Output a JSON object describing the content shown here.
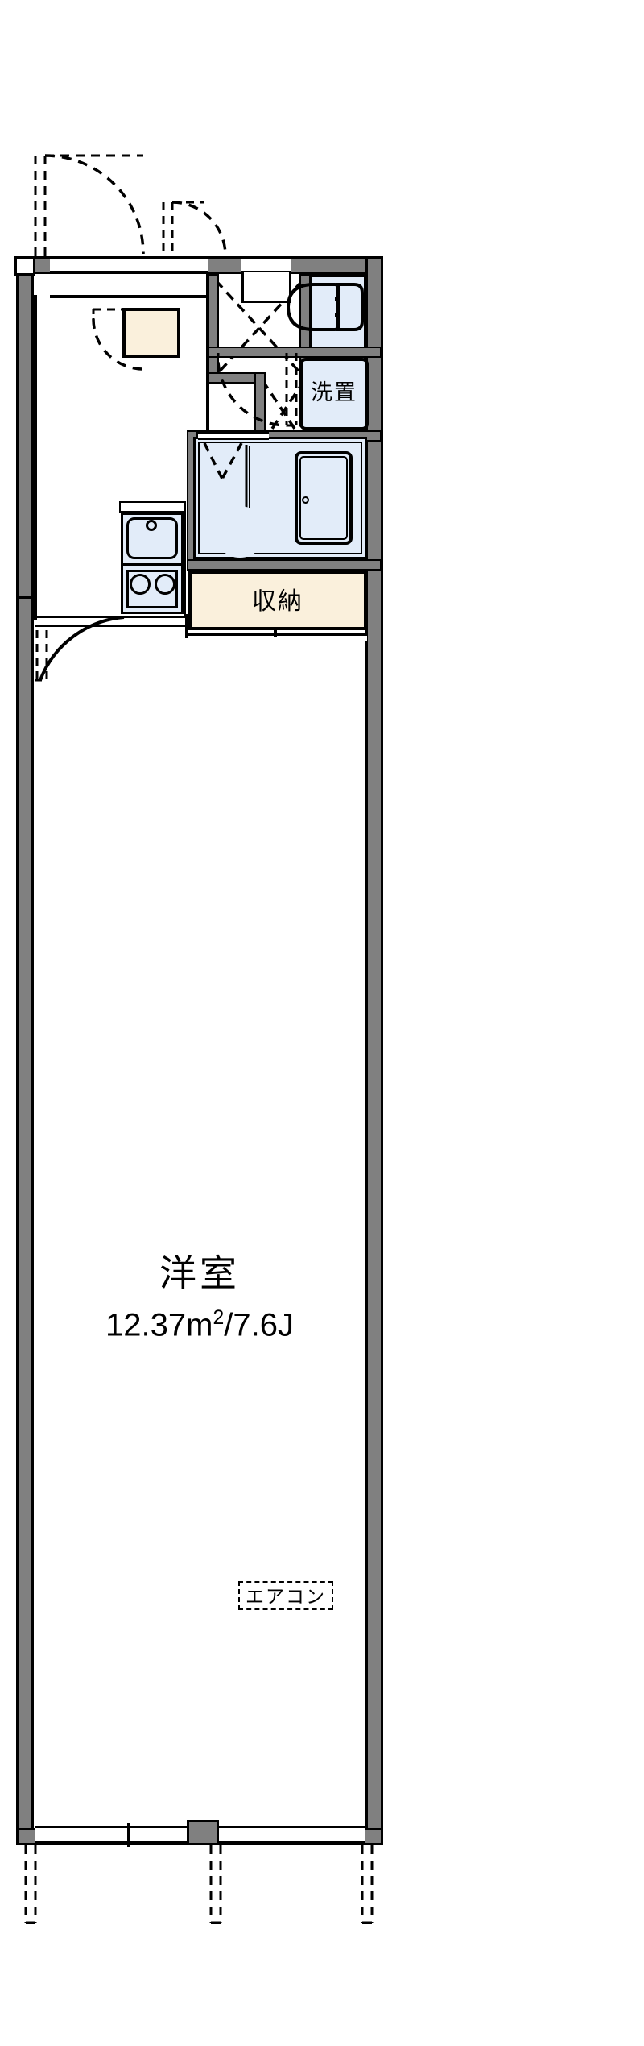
{
  "document": {
    "type": "floor-plan",
    "layout_code": "1K",
    "orientation": "portrait"
  },
  "rooms": [
    {
      "id": "main-room",
      "name": "洋室",
      "area_text": "12.37㎡/7.6J",
      "area_sqm": 12.37,
      "area_jo": 7.6,
      "fill": "#ffffff"
    },
    {
      "id": "storage",
      "name": "収納",
      "fill": "#faf0dc"
    },
    {
      "id": "laundry",
      "name": "洗置",
      "fill": "#e2ecf9"
    }
  ],
  "labels": {
    "main_room_name": "洋室",
    "main_room_area": "12.37m",
    "main_room_area_sup": "2",
    "main_room_area_tail": "/7.6J",
    "storage": "収納",
    "laundry": "洗置",
    "air_conditioner": "エアコン"
  },
  "fixtures": [
    {
      "name": "toilet",
      "label": ""
    },
    {
      "name": "bathtub",
      "label": ""
    },
    {
      "name": "washbasin",
      "label": ""
    },
    {
      "name": "kitchen-sink",
      "label": ""
    },
    {
      "name": "gas-stove-2-burner",
      "label": ""
    },
    {
      "name": "shoe-closet",
      "label": ""
    },
    {
      "name": "entrance-step",
      "label": ""
    }
  ],
  "openings": [
    {
      "name": "entrance-door",
      "type": "swing-door"
    },
    {
      "name": "toilet-door",
      "type": "swing-door"
    },
    {
      "name": "bathroom-door",
      "type": "swing-door"
    },
    {
      "name": "room-door",
      "type": "swing-door"
    },
    {
      "name": "closet-door",
      "type": "swing-door"
    },
    {
      "name": "balcony-window",
      "type": "sliding-window"
    },
    {
      "name": "side-window",
      "type": "sliding-window"
    }
  ],
  "colors": {
    "wall": "#808080",
    "outline": "#000000",
    "water_area": "#e2ecf9",
    "storage_area": "#faf0dc",
    "floor": "#ffffff"
  }
}
